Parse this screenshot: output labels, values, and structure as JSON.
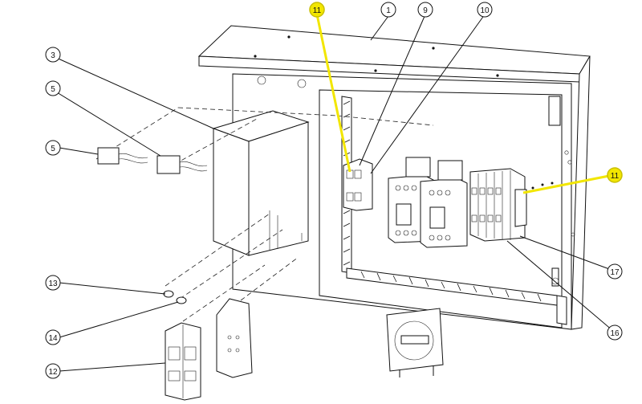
{
  "colors": {
    "line": "#111111",
    "highlight": "#f2e600",
    "background": "#ffffff"
  },
  "callouts": [
    {
      "id": "c1",
      "label": "1",
      "highlight": false
    },
    {
      "id": "c3",
      "label": "3",
      "highlight": false
    },
    {
      "id": "c5a",
      "label": "5",
      "highlight": false
    },
    {
      "id": "c5b",
      "label": "5",
      "highlight": false
    },
    {
      "id": "c9",
      "label": "9",
      "highlight": false
    },
    {
      "id": "c10",
      "label": "10",
      "highlight": false
    },
    {
      "id": "c11a",
      "label": "11",
      "highlight": true
    },
    {
      "id": "c11b",
      "label": "11",
      "highlight": true
    },
    {
      "id": "c12",
      "label": "12",
      "highlight": false
    },
    {
      "id": "c13",
      "label": "13",
      "highlight": false
    },
    {
      "id": "c14",
      "label": "14",
      "highlight": false
    },
    {
      "id": "c16",
      "label": "16",
      "highlight": false
    },
    {
      "id": "c17",
      "label": "17",
      "highlight": false
    }
  ]
}
